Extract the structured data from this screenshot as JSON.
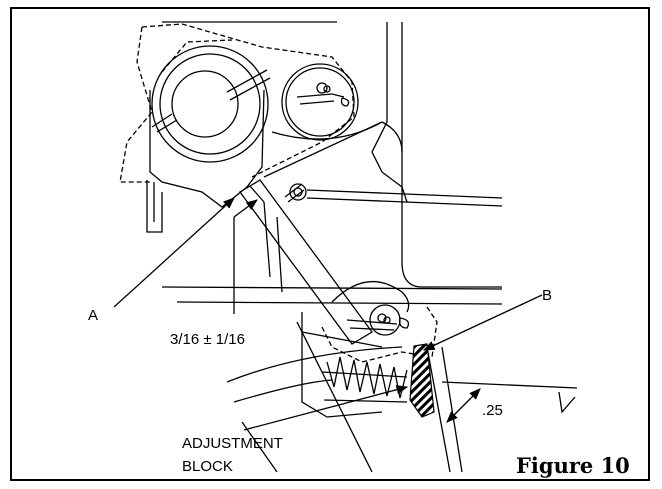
{
  "figure": {
    "title": "Figure 10"
  },
  "labels": {
    "a": "A",
    "b": "B",
    "dimension": "3/16 ± 1/16",
    "gap": ".25",
    "block_line1": "ADJUSTMENT",
    "block_line2": "BLOCK"
  }
}
